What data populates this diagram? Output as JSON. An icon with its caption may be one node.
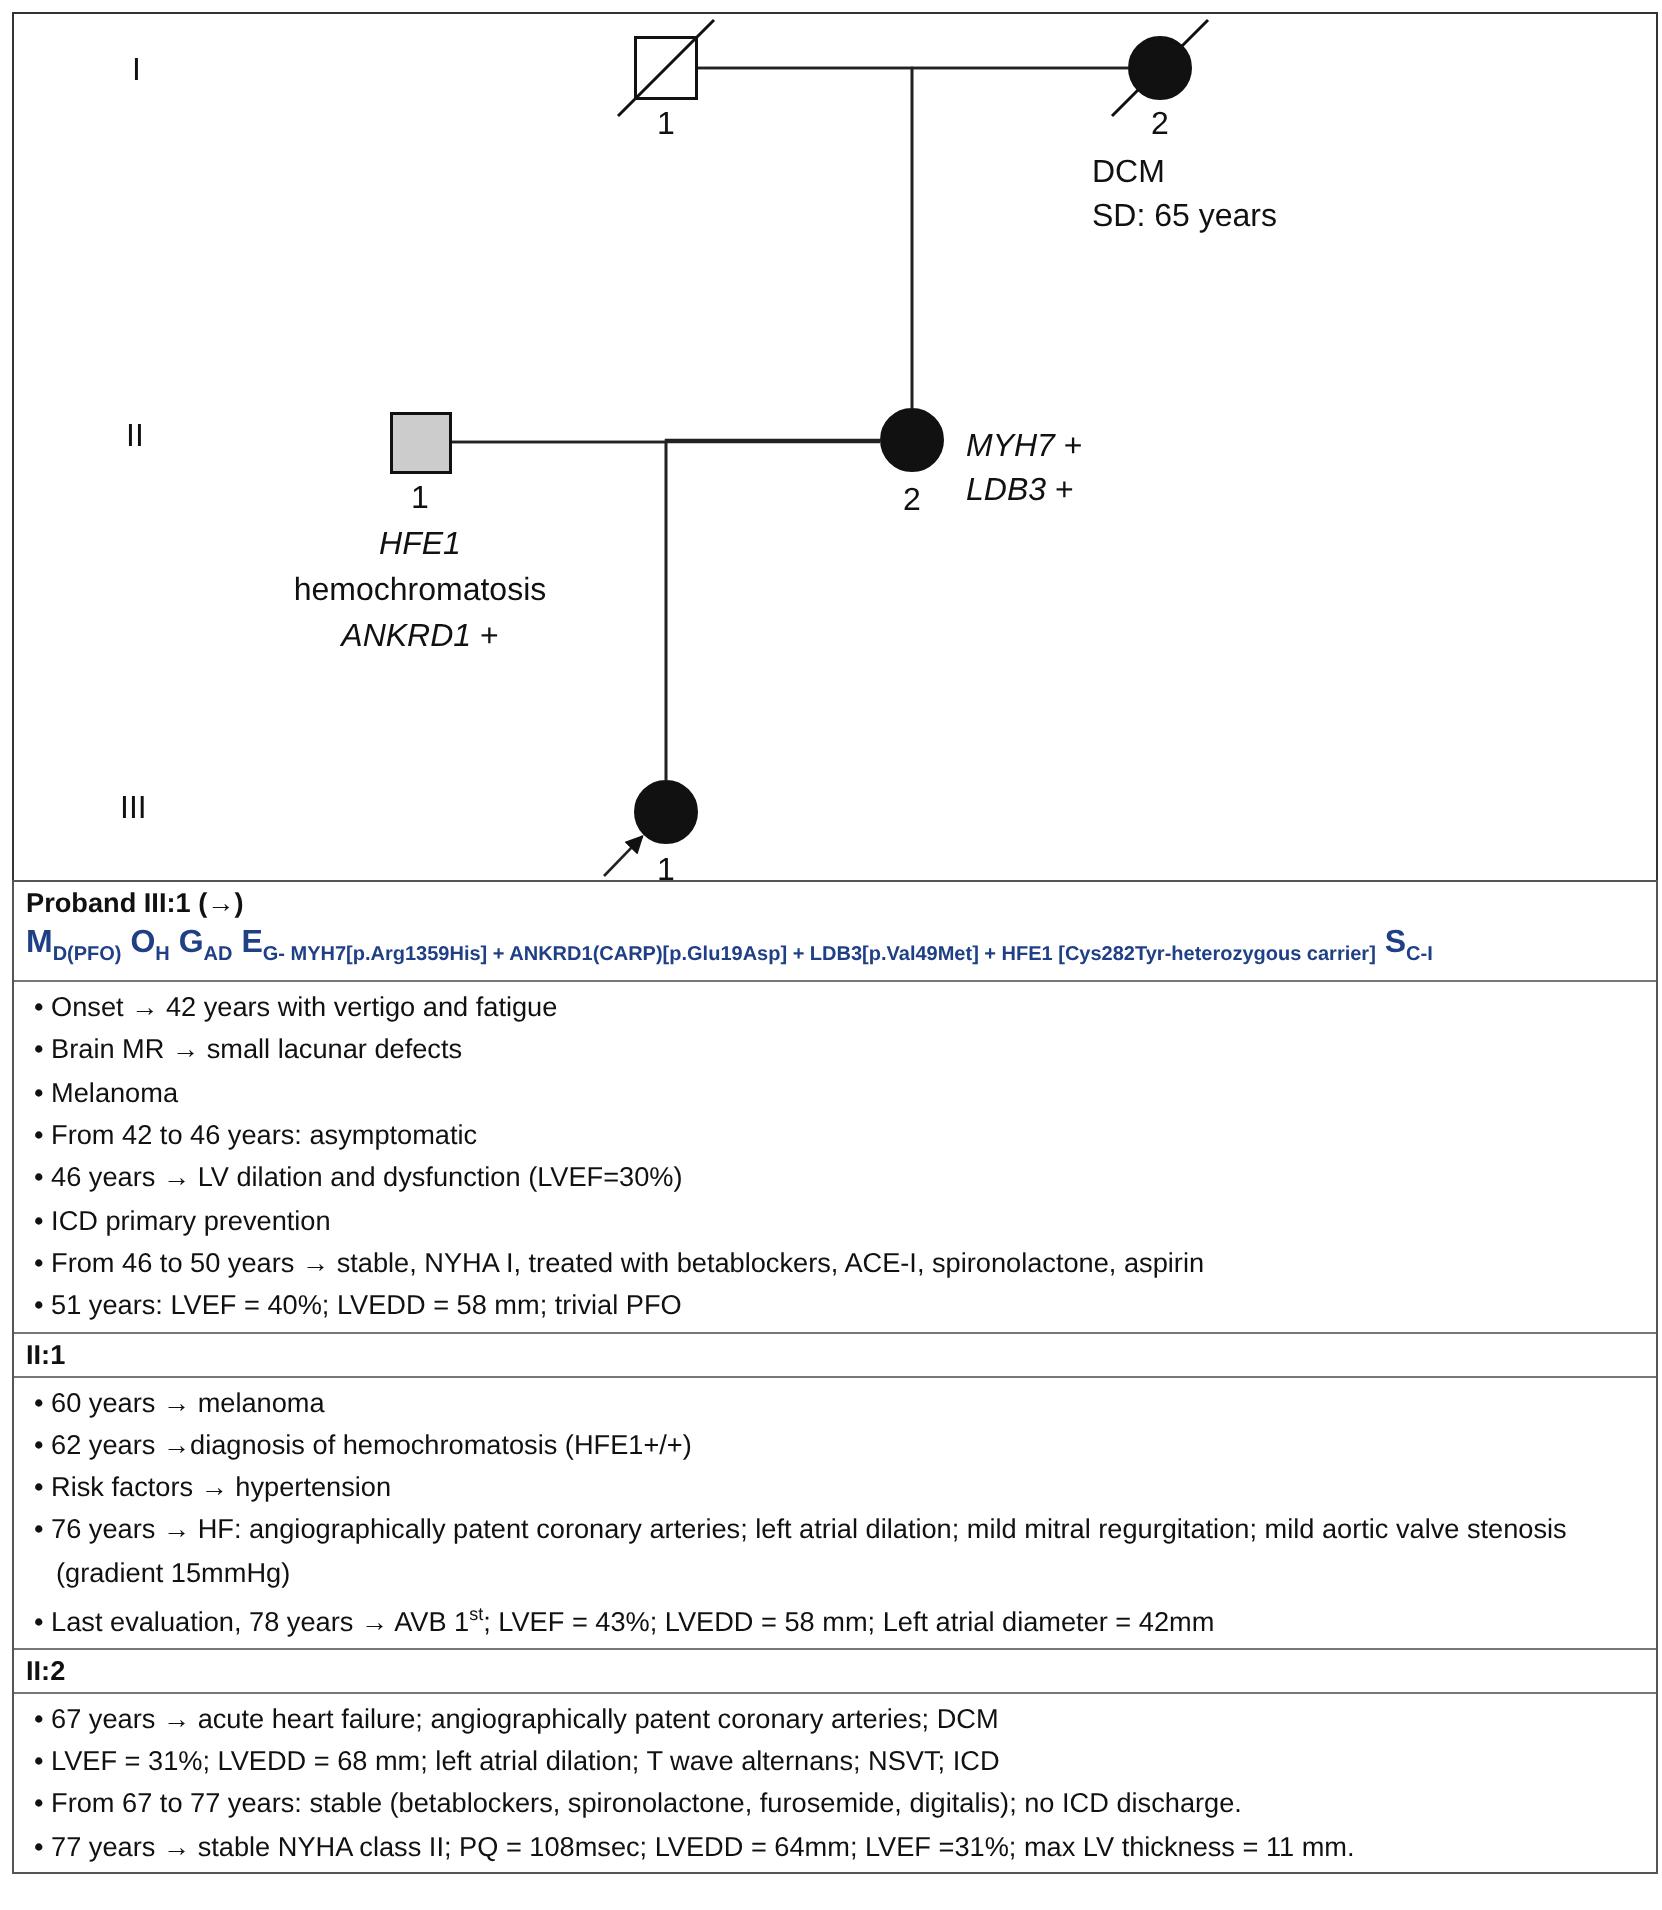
{
  "diagram": {
    "nodes": [
      {
        "text": [],
        "shape": "box",
        "beside": [
          "1"
        ]
      },
      {
        "text": [],
        "shape": "circle",
        "beside": [
          "2",
          "DCM",
          "SD: 65 years"
        ]
      },
      {
        "text": [],
        "shape": "box",
        "beside": [
          "1",
          "HFE1",
          "hemochromatosis",
          "*ANKRD1* +"
        ]
      },
      {
        "text": [],
        "shape": "circle",
        "beside": [
          "2",
          "*MYH7* +",
          "*LDB3* +"
        ]
      },
      {
        "text": [],
        "shape": "circle",
        "beside": [
          "1"
        ]
      }
    ],
    "edges": [
      {
        "from": 0,
        "to": 1,
        "arrow": "none"
      },
      {
        "from": 0,
        "to": 3,
        "arrow": "none"
      },
      {
        "from": 1,
        "to": 3,
        "arrow": "none"
      },
      {
        "from": 2,
        "to": 3,
        "arrow": "none"
      },
      {
        "from": 2,
        "to": 4,
        "arrow": "none"
      },
      {
        "from": 3,
        "to": 4,
        "arrow": "none"
      },
      {
        "from": null,
        "to": 4,
        "arrow": "to"
      }
    ],
    "labels": [
      "I",
      "II",
      "III",
      "Proband III:1 (→)",
      "M$_{D(PFO)}$ O$_{H}$ G$_{AD}$ E$_{G- MYH7[p.Arg1359His] + ANKRD1(CARP)[p.Glu19Asp] + LDB3[p.Val49Met] + HFE1 [Cys282Tyr-heterozygous carrier]}$ S$_{C-I}$",
      "• Onset → 42 years with vertigo and fatigue",
      "• Brain MR → small lacunar defects",
      "• Melanoma",
      "• From 42 to 46 years: asymptomatic",
      "• 46 years → LV dilation and dysfunction (LVEF=30%)",
      "• ICD primary prevention",
      "• From 46 to 50 years → stable, NYHA I, treated with betablockers, ACE-I, spironolactone, aspirin",
      "• 51 years: LVEF = 40%; LVEDD = 58 mm; trivial PFO",
      "II:1",
      "• 60 years → melanoma",
      "• 62 years →diagnosis of hemochromatosis (HFE1+/+)",
      "• Risk factors → hypertension",
      "• 76 years → HF: angiographically patent coronary arteries; left atrial dilation; mild mitral regurgitation; mild aortic valve stenosis (gradient 15mmHg)",
      "• Last evaluation, 78 years → AVB 1$^{st}$; LVEF = 43%; LVEDD = 58 mm; Left atrial diameter = 42mm",
      "II:2",
      "• 67 years → acute heart failure; angiographically patent coronary arteries; DCM",
      "• LVEF = 31%; LVEDD = 68 mm; left atrial dilation; T wave alternans; NSVT; ICD",
      "• From 67 to 77 years: stable (betablockers, spironolactone, furosemide, digitalis); no ICD discharge.",
      "• 77 years → stable NYHA class II; PQ = 108msec; LVEDD = 64mm; LVEF =31%; max LV thickness = 11 mm."
    ]
  }
}
